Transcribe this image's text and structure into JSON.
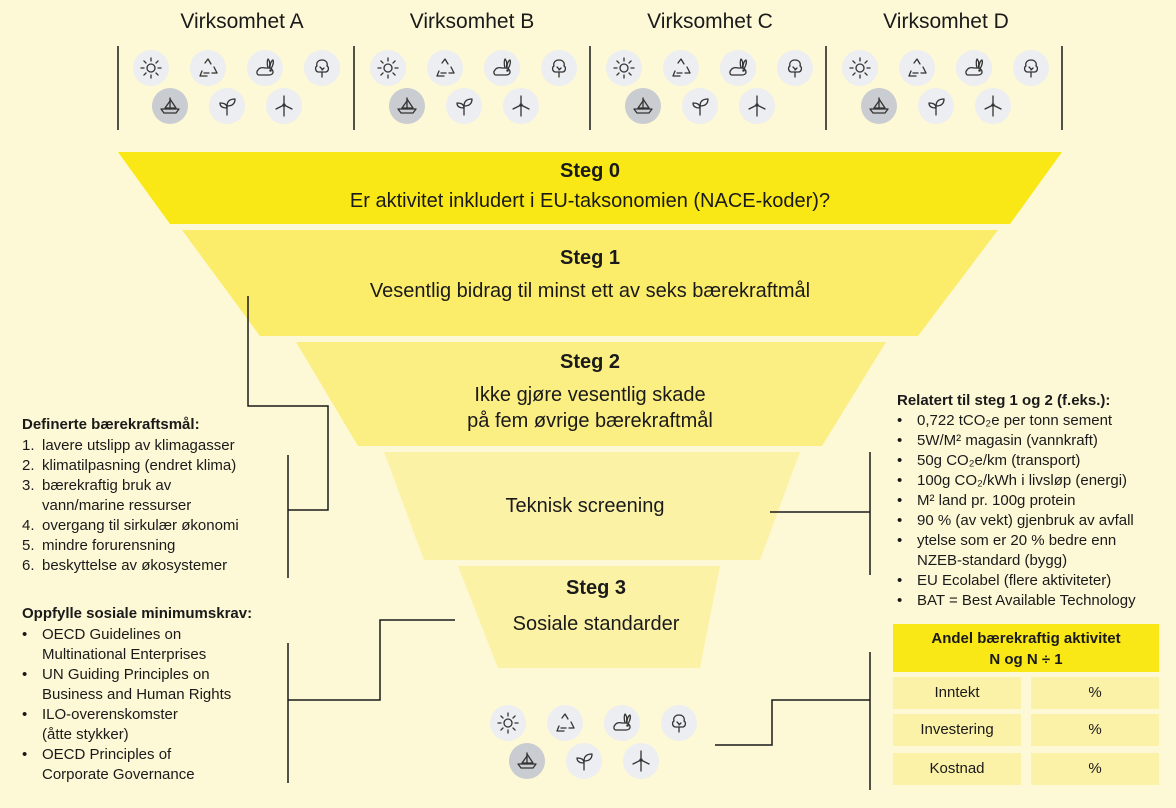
{
  "companies": [
    "Virksomhet A",
    "Virksomhet B",
    "Virksomhet C",
    "Virksomhet D"
  ],
  "icon_names": [
    "sun-icon",
    "recycle-icon",
    "rabbit-icon",
    "tree-icon",
    "boat-icon",
    "sprout-icon",
    "wind-turbine-icon"
  ],
  "colors": {
    "step0": "#f9e816",
    "step1": "#fbed6a",
    "step2": "#fbee82",
    "step3": "#fcf2a6",
    "background": "#fdf8d6",
    "table_header": "#f9e816"
  },
  "steps": [
    {
      "title": "Steg 0",
      "text": "Er aktivitet inkludert i EU-taksonomien (NACE-koder)?"
    },
    {
      "title": "Steg 1",
      "text": "Vesentlig bidrag til minst ett av seks bærekraftmål"
    },
    {
      "title": "Steg 2",
      "text_line1": "Ikke gjøre vesentlig skade",
      "text_line2": "på fem øvrige bærekraftmål"
    },
    {
      "title": "",
      "text": "Teknisk screening"
    },
    {
      "title": "Steg 3",
      "text": "Sosiale standarder"
    }
  ],
  "goals": {
    "heading": "Definerte bærekraftsmål:",
    "items": [
      {
        "num": "1.",
        "text": "lavere utslipp av klimagasser"
      },
      {
        "num": "2.",
        "text": "klimatilpasning (endret klima)"
      },
      {
        "num": "3.",
        "text": "bærekraftig bruk av",
        "text2": "vann/marine ressurser"
      },
      {
        "num": "4.",
        "text": "overgang til sirkulær økonomi"
      },
      {
        "num": "5.",
        "text": "mindre forurensning"
      },
      {
        "num": "6.",
        "text": "beskyttelse av økosystemer"
      }
    ]
  },
  "social": {
    "heading": "Oppfylle sosiale minimumskrav:",
    "items": [
      {
        "text": "OECD Guidelines on",
        "text2": " Multinational Enterprises"
      },
      {
        "text": "UN Guiding Principles on",
        "text2": "Business and Human Rights"
      },
      {
        "text": "ILO-overenskomster",
        "text2": "(åtte stykker)"
      },
      {
        "text": "OECD Principles of",
        "text2": "Corporate Governance"
      }
    ]
  },
  "related": {
    "heading": "Relatert til steg  1 og 2 (f.eks.):",
    "items": [
      {
        "text": "0,722 tCO₂e per tonn sement"
      },
      {
        "text": "5W/M² magasin (vannkraft)"
      },
      {
        "text": "50g CO₂e/km (transport)"
      },
      {
        "text": "100g CO₂/kWh i livsløp (energi)"
      },
      {
        "text": "M² land pr. 100g protein"
      },
      {
        "text": "90 % (av vekt) gjenbruk av avfall"
      },
      {
        "text": "ytelse som er 20 % bedre enn",
        "text2": "NZEB-standard (bygg)"
      },
      {
        "text": "EU Ecolabel (flere aktiviteter)"
      },
      {
        "text": "BAT = Best Available Technology"
      }
    ]
  },
  "share_table": {
    "header_line1": "Andel bærekraftig aktivitet",
    "header_line2": "N og N ÷  1",
    "rows": [
      {
        "label": "Inntekt",
        "value": "%"
      },
      {
        "label": "Investering",
        "value": "%"
      },
      {
        "label": "Kostnad",
        "value": "%"
      }
    ]
  }
}
